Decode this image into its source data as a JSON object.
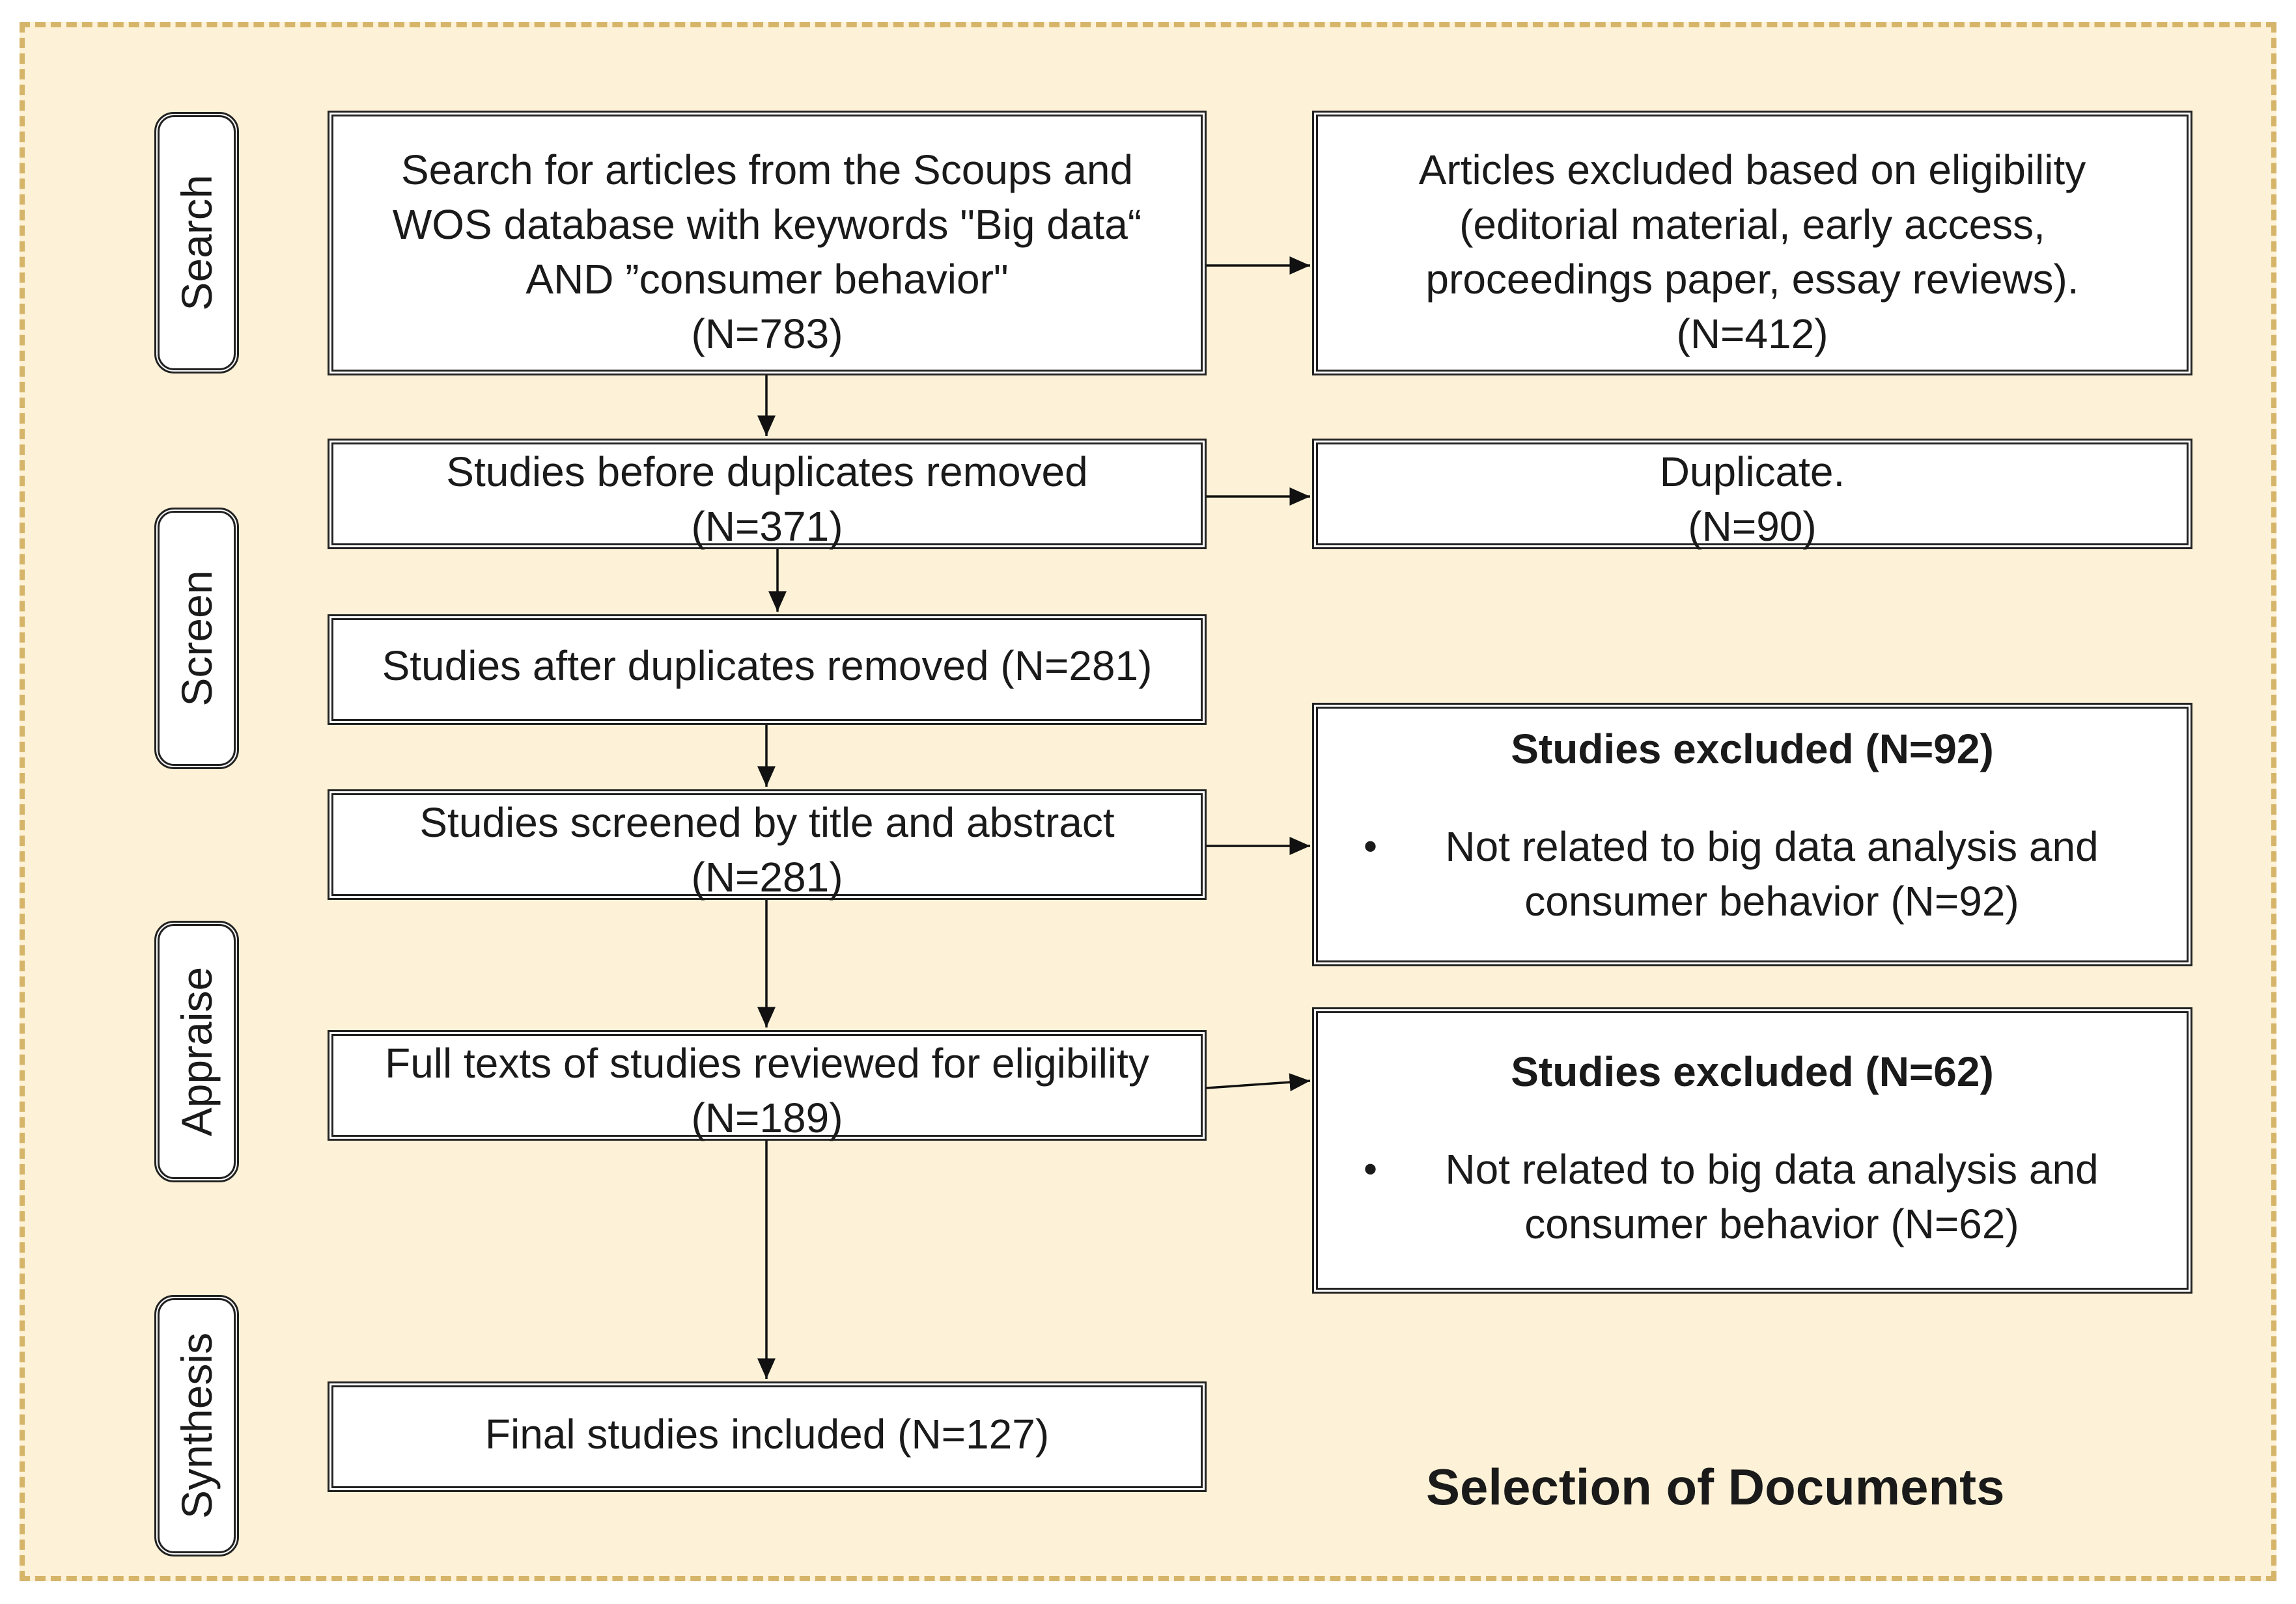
{
  "stages": {
    "search": "Search",
    "screen": "Screen",
    "appraise": "Appraise",
    "synthesis": "Synthesis"
  },
  "search_box": {
    "line1": "Search for articles from the Scoups and",
    "line2": "WOS database with keywords \"Big data“",
    "line3": "AND ”consumer behavior\"",
    "count": "(N=783)"
  },
  "excluded_eligibility": {
    "line1": "Articles excluded based on eligibility",
    "line2": "(editorial material, early access,",
    "line3": "proceedings paper, essay reviews).",
    "count": "(N=412)"
  },
  "before_duplicates": {
    "line1": "Studies before duplicates removed",
    "count": "(N=371)"
  },
  "duplicate": {
    "line1": "Duplicate.",
    "count": "(N=90)"
  },
  "after_duplicates": {
    "line1": "Studies after duplicates removed (N=281)"
  },
  "screened": {
    "line1": "Studies screened by title and abstract",
    "count": "(N=281)"
  },
  "excluded_screen": {
    "heading": "Studies excluded (N=92)",
    "bullet_line1": "Not related to big data analysis and",
    "bullet_line2": "consumer behavior (N=92)"
  },
  "full_texts": {
    "line1": "Full texts of studies reviewed for eligibility",
    "count": "(N=189)"
  },
  "excluded_fulltext": {
    "heading": "Studies excluded (N=62)",
    "bullet_line1": "Not related to big data analysis and",
    "bullet_line2": "consumer behavior (N=62)"
  },
  "final": {
    "line1": "Final studies included (N=127)"
  },
  "diagram_title": "Selection of Documents",
  "bullet_symbol": "•",
  "colors": {
    "background": "#fdf2d7",
    "dashed_border": "#d6b56a",
    "box_border": "#222222"
  }
}
